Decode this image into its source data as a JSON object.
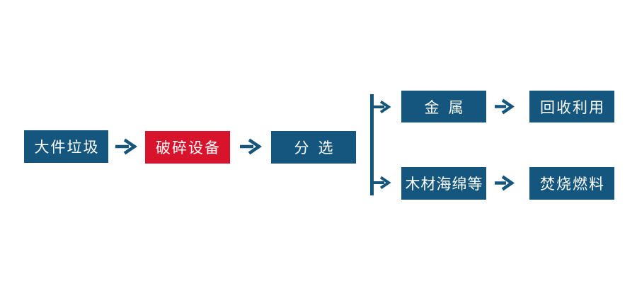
{
  "colors": {
    "node_blue": "#15567E",
    "node_red": "#D8142D",
    "arrow_blue": "#15567E",
    "text_white": "#FFFFFF",
    "background": "#FFFFFF"
  },
  "flow": {
    "type": "flowchart",
    "arrow_glyph": "→",
    "main": [
      {
        "id": "bulky-waste",
        "label": "大件垃圾",
        "color": "blue"
      },
      {
        "id": "crushing-equipment",
        "label": "破碎设备",
        "color": "red"
      },
      {
        "id": "sorting",
        "label": "分选",
        "color": "blue"
      }
    ],
    "branches": [
      {
        "id": "metal",
        "label": "金属",
        "color": "blue",
        "result": {
          "id": "recycling",
          "label": "回收利用",
          "color": "blue"
        }
      },
      {
        "id": "wood-sponge-etc",
        "label": "木材海绵等",
        "color": "blue",
        "result": {
          "id": "incineration-fuel",
          "label": "焚烧燃料",
          "color": "blue"
        }
      }
    ]
  }
}
